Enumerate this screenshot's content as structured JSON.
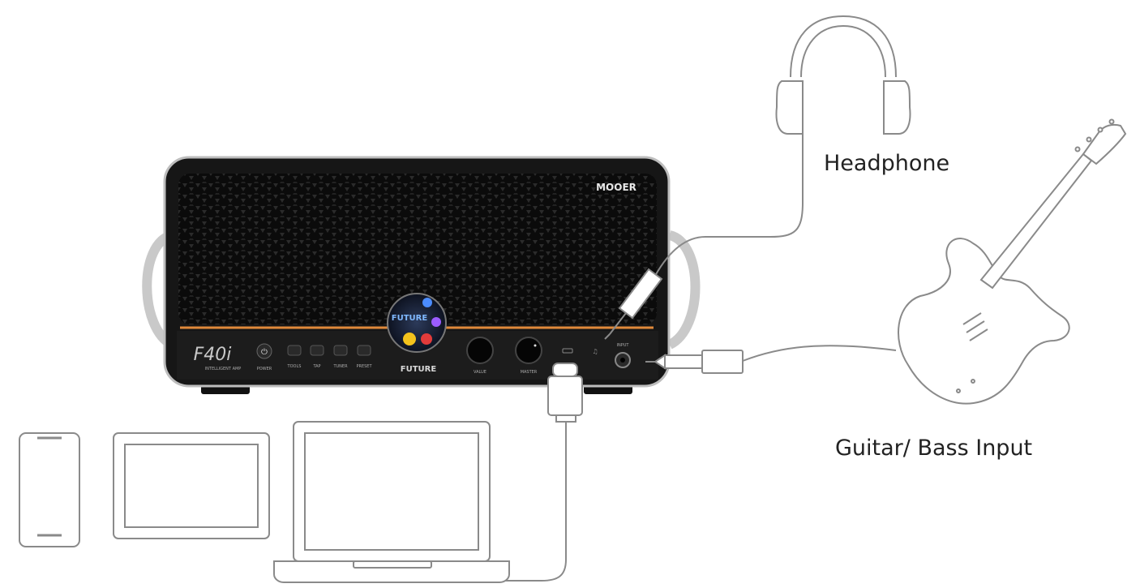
{
  "labels": {
    "headphone": "Headphone",
    "guitar_input": "Guitar/ Bass Input"
  },
  "amp": {
    "brand": "MOOER",
    "model": "F40i",
    "model_sub": "INTELLIGENT AMP",
    "screen_text": "FUTURE",
    "panel_logo": "FUTURE",
    "buttons": [
      "POWER",
      "TOOLS",
      "TAP",
      "TUNER",
      "PRESET"
    ],
    "knobs": [
      "VALUE",
      "MASTER"
    ],
    "jack_label": "INPUT"
  },
  "colors": {
    "line": "#8a8a8a",
    "amp_body": "#161616",
    "accent": "#e0893a"
  },
  "icons": [
    "headphones-icon",
    "electric-guitar-icon",
    "smartphone-icon",
    "tablet-icon",
    "laptop-icon",
    "usb-c-plug-icon",
    "audio-jack-plug-icon",
    "guitar-cable-plug-icon"
  ]
}
